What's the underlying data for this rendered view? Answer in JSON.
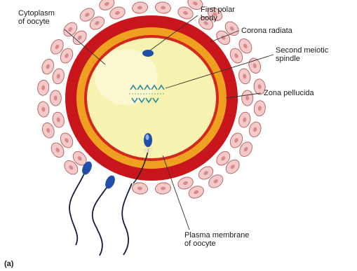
{
  "labels": {
    "cytoplasm": "Cytoplasm\nof oocyte",
    "first_polar_body": "First polar\nbody",
    "corona_radiata": "Corona radiata",
    "second_meiotic_spindle": "Second meiotic\nspindle",
    "zona_pellucida": "Zona pellucida",
    "plasma_membrane": "Plasma membrane\nof oocyte",
    "panel": "(a)"
  },
  "colors": {
    "corona_cell_fill": "#f3c9c9",
    "corona_cell_stroke": "#b86a6a",
    "corona_nucleus": "#d98a8a",
    "red_layer": "#c8161c",
    "zona_pellucida": "#f0a020",
    "cytoplasm": "#f7f2b0",
    "sperm_head": "#1f4fa8",
    "spindle": "#2b8f9e",
    "leader_line": "#333333"
  }
}
